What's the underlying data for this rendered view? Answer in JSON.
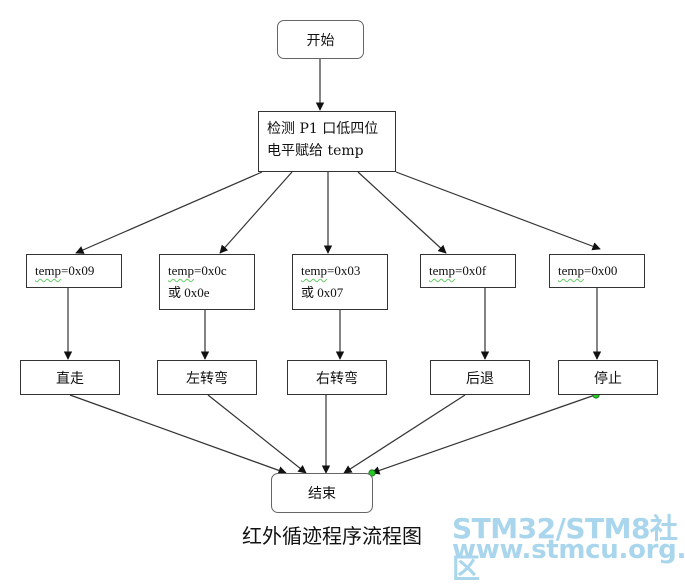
{
  "start": {
    "label": "开始"
  },
  "detect": {
    "line1": "检测 P1 口低四位",
    "line2": "电平赋给 temp"
  },
  "conditions": [
    {
      "var": "temp",
      "expr": "=0x09",
      "line2": ""
    },
    {
      "var": "temp",
      "expr": "=0x0c",
      "line2": "或 0x0e"
    },
    {
      "var": "temp",
      "expr": "=0x03",
      "line2": "或 0x07"
    },
    {
      "var": "temp",
      "expr": "=0x0f",
      "line2": ""
    },
    {
      "var": "temp",
      "expr": "=0x00",
      "line2": ""
    }
  ],
  "actions": [
    {
      "label": "直走"
    },
    {
      "label": "左转弯"
    },
    {
      "label": "右转弯"
    },
    {
      "label": "后退"
    },
    {
      "label": "停止"
    }
  ],
  "end": {
    "label": "结束"
  },
  "caption": "红外循迹程序流程图",
  "watermark": {
    "line1": "STM32/STM8社区",
    "line2": "www.stmcu.org.cn",
    "color": "#a9d6ec"
  },
  "colors": {
    "line": "#222222",
    "connector_dot": "#22cc22"
  }
}
